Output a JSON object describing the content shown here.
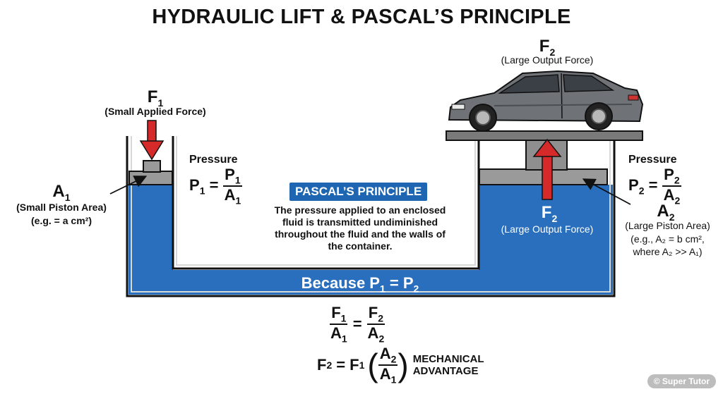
{
  "title": "HYDRAULIC LIFT & PASCAL’S PRINCIPLE",
  "left": {
    "force_symbol": "F",
    "force_sub": "1",
    "force_caption": "(Small Applied Force)",
    "area_symbol": "A",
    "area_sub": "1",
    "area_caption": "(Small Piston Area)",
    "area_example": "(e.g. = a cm²)",
    "pressure_word": "Pressure",
    "pressure_lhs": "P",
    "pressure_lhs_sub": "1",
    "pressure_num": "P",
    "pressure_num_sub": "1",
    "pressure_den": "A",
    "pressure_den_sub": "1"
  },
  "right": {
    "force_symbol": "F",
    "force_sub": "2",
    "force_caption": "(Large Output Force)",
    "inner_force_symbol": "F",
    "inner_force_sub": "2",
    "inner_force_caption": "(Large Output Force)",
    "area_symbol": "A",
    "area_sub": "2",
    "area_caption": "(Large Piston Area)",
    "area_example_1": "(e.g., A₂ = b cm²,",
    "area_example_2": "where A₂ >> A₁)",
    "pressure_word": "Pressure",
    "pressure_lhs": "P",
    "pressure_lhs_sub": "2",
    "pressure_num": "P",
    "pressure_num_sub": "2",
    "pressure_den": "A",
    "pressure_den_sub": "2"
  },
  "pascal": {
    "heading": "PASCAL’S PRINCIPLE",
    "text_1": "The pressure applied to an enclosed",
    "text_2": "fluid is transmitted undiminished",
    "text_3": "throughout the fluid and the walls of",
    "text_4": "the container."
  },
  "because": {
    "prefix": "Because P",
    "sub1": "1",
    "mid": " = P",
    "sub2": "2"
  },
  "equation1": {
    "n1": "F",
    "n1_sub": "1",
    "d1": "A",
    "d1_sub": "1",
    "eq": "=",
    "n2": "F",
    "n2_sub": "2",
    "d2": "A",
    "d2_sub": "2"
  },
  "equation2": {
    "lhs": "F",
    "lhs_sub": "2",
    "eq": "=",
    "f": "F",
    "f_sub": "1",
    "num": "A",
    "num_sub": "2",
    "den": "A",
    "den_sub": "1",
    "label_1": "MECHANICAL",
    "label_2": "ADVANTAGE"
  },
  "watermark": "© Super Tutor",
  "colors": {
    "fluid": "#2a6fbd",
    "arrow": "#d62a2a",
    "metal": "#8e8e8e",
    "car": "#6f7378"
  }
}
